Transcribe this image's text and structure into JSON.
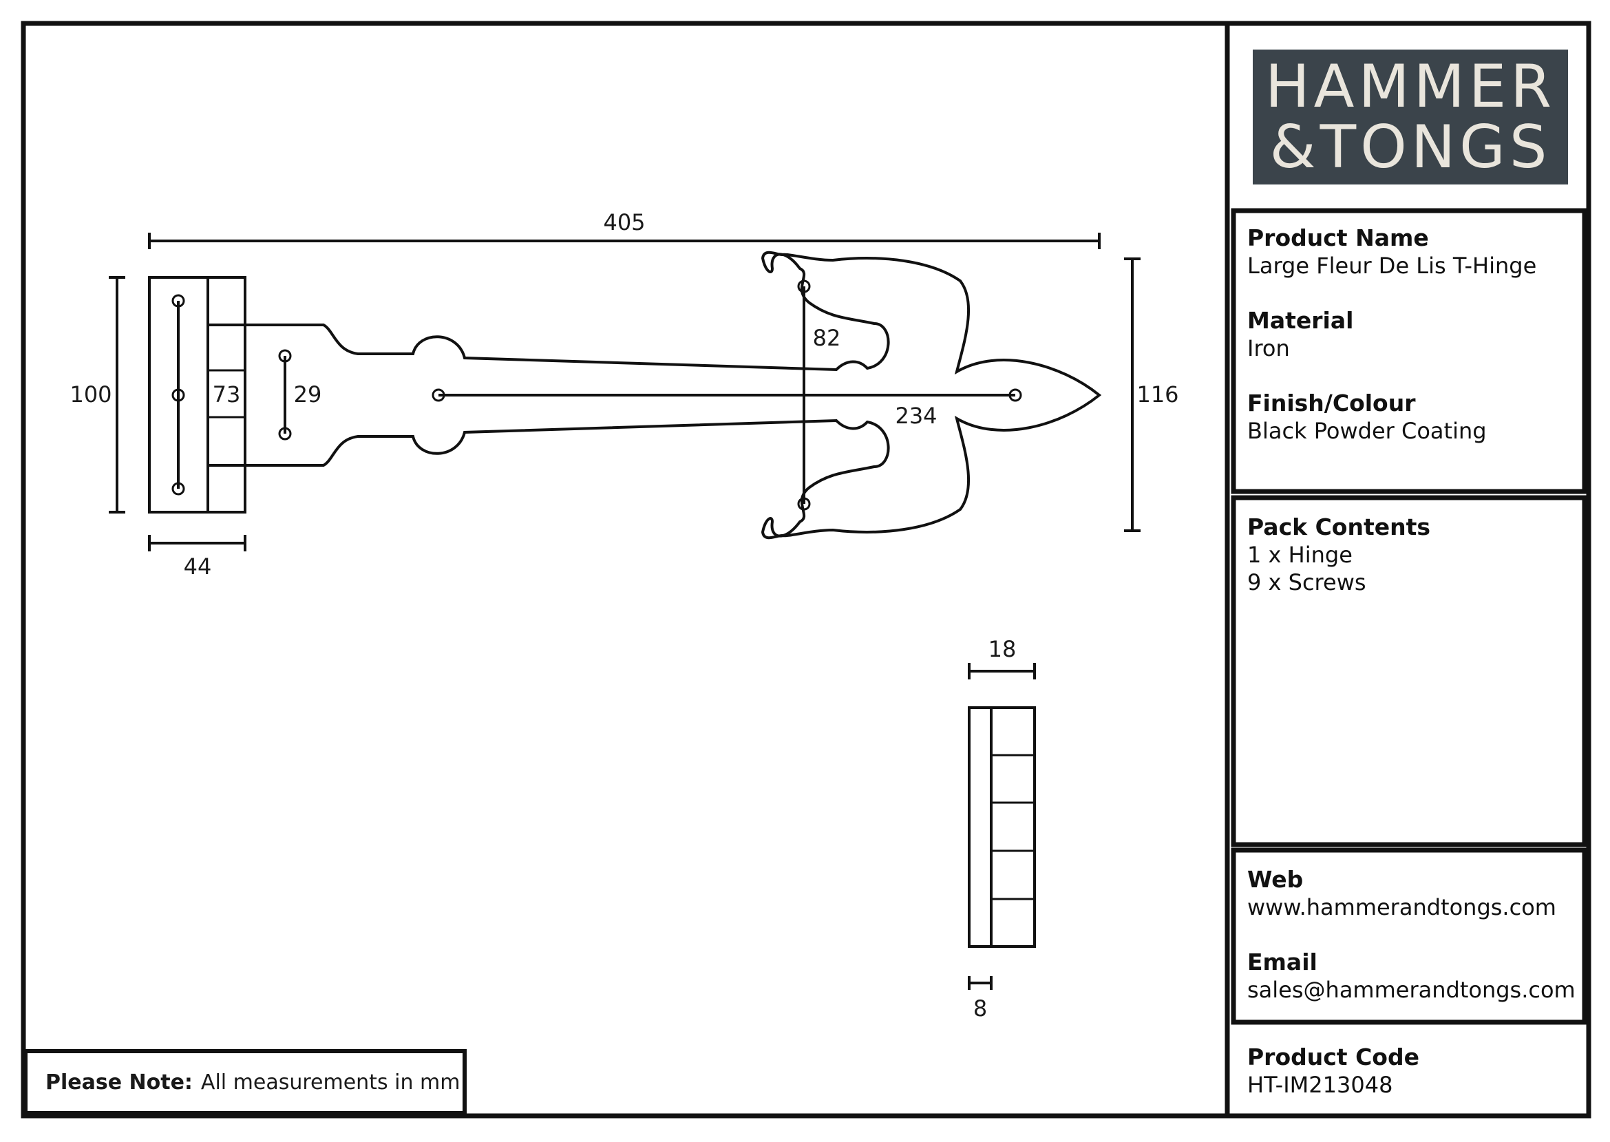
{
  "brand": {
    "line1": "HAMMER",
    "line2": "&TONGS",
    "bg_color": "#3b444b",
    "text_color": "#e9e5dc"
  },
  "product": {
    "name_label": "Product Name",
    "name_value": "Large Fleur De Lis T-Hinge",
    "material_label": "Material",
    "material_value": "Iron",
    "finish_label": "Finish/Colour",
    "finish_value": "Black Powder Coating"
  },
  "pack": {
    "label": "Pack Contents",
    "items": [
      "1 x Hinge",
      "9 x Screws"
    ]
  },
  "contact": {
    "web_label": "Web",
    "web_value": "www.hammerandtongs.com",
    "email_label": "Email",
    "email_value": "sales@hammerandtongs.com"
  },
  "code": {
    "label": "Product Code",
    "value": "HT-IM213048"
  },
  "note": {
    "label": "Please Note:",
    "text": "All measurements in mm"
  },
  "dimensions": {
    "overall_length": "405",
    "height_left": "100",
    "height_right": "116",
    "plate_width": "44",
    "hole_span_plate": "73",
    "hole_span_strap": "29",
    "hole_span_fleur": "82",
    "hole_span_long": "234",
    "side_width": "18",
    "side_knuckle": "8"
  }
}
